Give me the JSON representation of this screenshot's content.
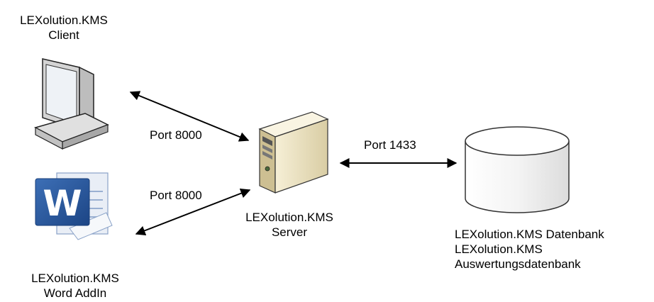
{
  "nodes": {
    "client": {
      "line1": "LEXolution.KMS",
      "line2": "Client",
      "icon": "monitor-icon"
    },
    "word_addin": {
      "line1": "LEXolution.KMS",
      "line2": "Word AddIn",
      "icon": "word-icon",
      "icon_letter": "W"
    },
    "server": {
      "line1": "LEXolution.KMS",
      "line2": "Server",
      "icon": "server-tower-icon"
    },
    "database": {
      "line1": "LEXolution.KMS Datenbank",
      "line2": "LEXolution.KMS",
      "line3": "Auswertungsdatenbank",
      "icon": "database-cylinder-icon"
    }
  },
  "connections": {
    "client_server": {
      "label": "Port 8000"
    },
    "word_server": {
      "label": "Port 8000"
    },
    "server_db": {
      "label": "Port 1433"
    }
  },
  "colors": {
    "word_blue": "#2a5699",
    "server_beige": "#efe6c8",
    "line": "#000000"
  }
}
